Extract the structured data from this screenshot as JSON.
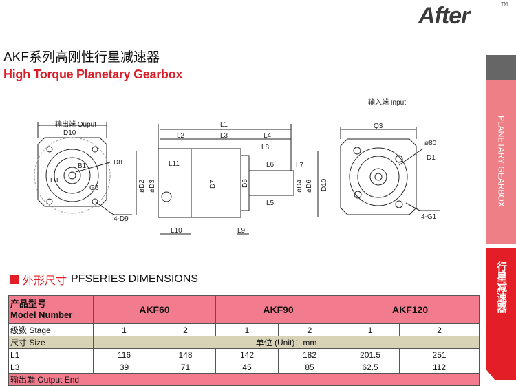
{
  "brand": {
    "logo": "After",
    "tm": "TM"
  },
  "header": {
    "title": "AKF系列高刚性行星减速器",
    "subtitle": "High Torque Planetary Gearbox"
  },
  "sidebar": {
    "en": "PLANETARY GEARBOX",
    "cn": "行星减速器"
  },
  "section": {
    "cn": "外形尺寸",
    "en": "PFSERIES DIMENSIONS"
  },
  "diagram": {
    "output_label": "输出端  Ouput",
    "input_label": "输入端  Input",
    "labels": {
      "D10": "D10",
      "D8": "D8",
      "B1": "B1",
      "H1": "H1",
      "G5": "G5",
      "D9": "4-D9",
      "L1": "L1",
      "L2": "L2",
      "L3": "L3",
      "L4": "L4",
      "L8": "L8",
      "L11": "L11",
      "L6": "L6",
      "L7": "L7",
      "D2": "øD2",
      "D3": "øD3",
      "D7": "D7",
      "D5": "D5",
      "D4": "øD4",
      "D6": "øD6",
      "D10s": "D10",
      "L5": "L5",
      "L10": "L10",
      "L9": "L9",
      "Q3": "Q3",
      "o80": "ø80",
      "D1": "D1",
      "G1": "4-G1"
    }
  },
  "table": {
    "header": {
      "cn": "产品型号",
      "en": "Model Number",
      "models": [
        "AKF60",
        "AKF90",
        "AKF120"
      ]
    },
    "stage": {
      "label": "级数  Stage",
      "values": [
        "1",
        "2",
        "1",
        "2",
        "1",
        "2"
      ]
    },
    "size": {
      "label": "尺寸  Size",
      "unit": "单位 (Unit)：mm"
    },
    "rows": [
      {
        "label": "L1",
        "values": [
          "116",
          "148",
          "142",
          "182",
          "201.5",
          "251"
        ]
      },
      {
        "label": "L3",
        "values": [
          "39",
          "71",
          "45",
          "85",
          "62.5",
          "112"
        ]
      }
    ],
    "output_end": "输出端 Output End"
  }
}
